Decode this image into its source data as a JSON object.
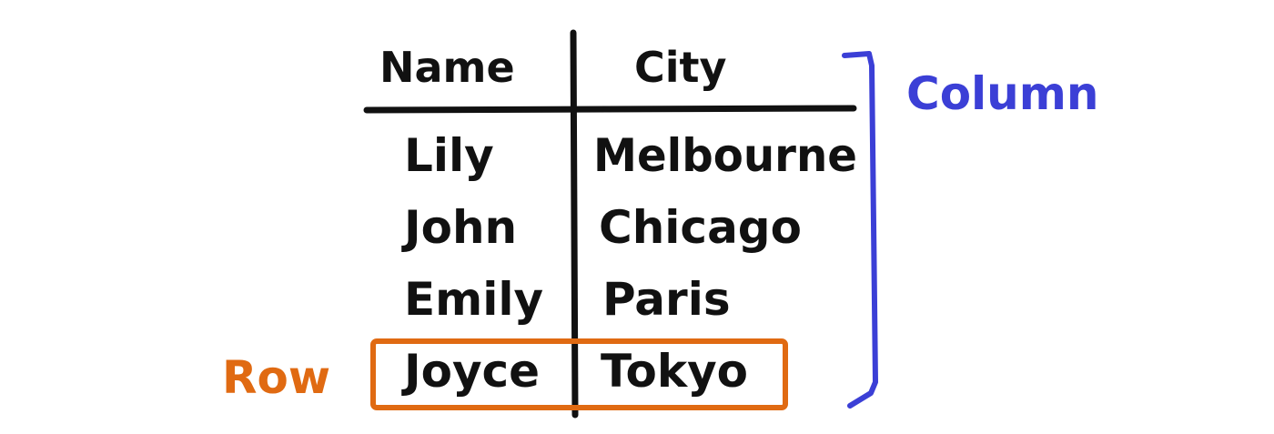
{
  "table": {
    "headers": [
      "Name",
      "City"
    ],
    "rows": [
      [
        "Lily",
        "Melbourne"
      ],
      [
        "John",
        "Chicago"
      ],
      [
        "Emily",
        "Paris"
      ],
      [
        "Joyce",
        "Tokyo"
      ]
    ]
  },
  "annotations": {
    "column_label": "Column",
    "row_label": "Row"
  },
  "colors": {
    "ink": "#111111",
    "column_accent": "#3b3fd6",
    "row_accent": "#e06a12",
    "background": "#ffffff"
  }
}
